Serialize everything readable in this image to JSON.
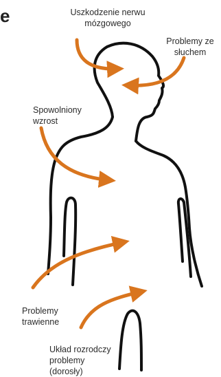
{
  "corner_letter": "e",
  "labels": {
    "brain": "Uszkodzenie nerwu\nmózgowego",
    "hearing": "Problemy ze\nsłuchem",
    "growth": "Spowolniony\nwzrost",
    "digestive": "Problemy\ntrawienne",
    "reproductive": "Układ rozrodczy\nproblemy\n(dorosły)"
  },
  "colors": {
    "arrow": "#d9751e",
    "outline": "#111111",
    "text": "#2b2b2b"
  }
}
